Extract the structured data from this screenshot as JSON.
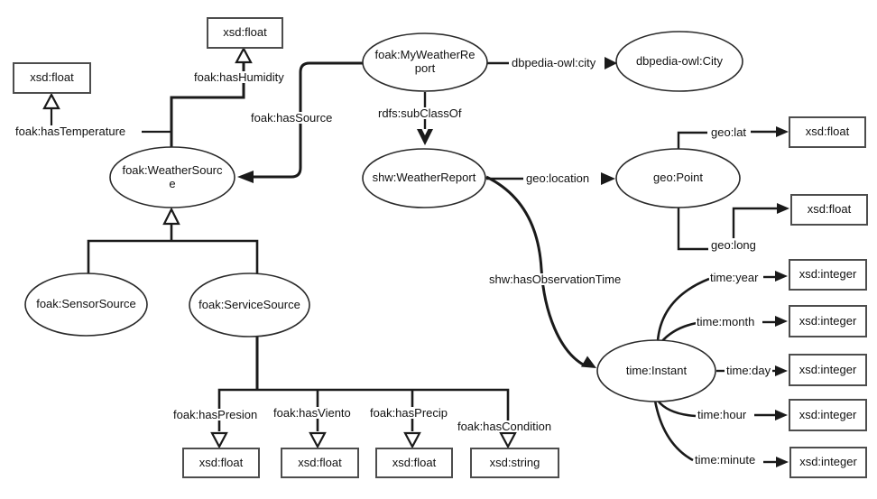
{
  "page": {
    "background": "#ffffff"
  },
  "diagram": {
    "type": "ontology-graph",
    "colors": {
      "edge": "#1a1a1a",
      "node_fill": "#ffffff",
      "class_border": "#2a2a2a",
      "datatype_border": "#4d4d4d",
      "text": "#111111"
    },
    "nodes": [
      {
        "id": "xsd-float-temperature",
        "shape": "rect",
        "label": "xsd:float"
      },
      {
        "id": "xsd-float-humidity",
        "shape": "rect",
        "label": "xsd:float"
      },
      {
        "id": "foak-myweatherreport",
        "shape": "ellipse",
        "label": "foak:MyWeatherReport"
      },
      {
        "id": "dbpedia-owl-city",
        "shape": "ellipse",
        "label": "dbpedia-owl:City"
      },
      {
        "id": "foak-weathersource",
        "shape": "ellipse",
        "label": "foak:WeatherSource"
      },
      {
        "id": "shw-weatherreport",
        "shape": "ellipse",
        "label": "shw:WeatherReport"
      },
      {
        "id": "geo-point",
        "shape": "ellipse",
        "label": "geo:Point"
      },
      {
        "id": "xsd-float-lat",
        "shape": "rect",
        "label": "xsd:float"
      },
      {
        "id": "xsd-float-long",
        "shape": "rect",
        "label": "xsd:float"
      },
      {
        "id": "foak-sensorsource",
        "shape": "ellipse",
        "label": "foak:SensorSource"
      },
      {
        "id": "foak-servicesource",
        "shape": "ellipse",
        "label": "foak:ServiceSource"
      },
      {
        "id": "time-instant",
        "shape": "ellipse",
        "label": "time:Instant"
      },
      {
        "id": "xsd-integer-year",
        "shape": "rect",
        "label": "xsd:integer"
      },
      {
        "id": "xsd-integer-month",
        "shape": "rect",
        "label": "xsd:integer"
      },
      {
        "id": "xsd-integer-day",
        "shape": "rect",
        "label": "xsd:integer"
      },
      {
        "id": "xsd-integer-hour",
        "shape": "rect",
        "label": "xsd:integer"
      },
      {
        "id": "xsd-integer-minute",
        "shape": "rect",
        "label": "xsd:integer"
      },
      {
        "id": "xsd-float-presion",
        "shape": "rect",
        "label": "xsd:float"
      },
      {
        "id": "xsd-float-viento",
        "shape": "rect",
        "label": "xsd:float"
      },
      {
        "id": "xsd-float-precip",
        "shape": "rect",
        "label": "xsd:float"
      },
      {
        "id": "xsd-string-condition",
        "shape": "rect",
        "label": "xsd:string"
      }
    ],
    "edges": [
      {
        "id": "foak-hasTemperature",
        "label": "foak:hasTemperature",
        "from": "foak-weathersource",
        "to": "xsd-float-temperature",
        "arrowhead": "hollow-triangle"
      },
      {
        "id": "foak-hasHumidity",
        "label": "foak:hasHumidity",
        "from": "foak-weathersource",
        "to": "xsd-float-humidity",
        "arrowhead": "hollow-triangle"
      },
      {
        "id": "foak-hasSource",
        "label": "foak:hasSource",
        "from": "foak-myweatherreport",
        "to": "foak-weathersource",
        "arrowhead": "filled"
      },
      {
        "id": "rdfs-subClassOf",
        "label": "rdfs:subClassOf",
        "from": "foak-myweatherreport",
        "to": "shw-weatherreport",
        "arrowhead": "open-v"
      },
      {
        "id": "dbpedia-owl-city",
        "label": "dbpedia-owl:city",
        "from": "foak-myweatherreport",
        "to": "dbpedia-owl-city",
        "arrowhead": "filled"
      },
      {
        "id": "geo-location",
        "label": "geo:location",
        "from": "shw-weatherreport",
        "to": "geo-point",
        "arrowhead": "filled"
      },
      {
        "id": "geo-lat",
        "label": "geo:lat",
        "from": "geo-point",
        "to": "xsd-float-lat",
        "arrowhead": "filled"
      },
      {
        "id": "geo-long",
        "label": "geo:long",
        "from": "geo-point",
        "to": "xsd-float-long",
        "arrowhead": "filled"
      },
      {
        "id": "shw-hasObservationTime",
        "label": "shw:hasObservationTime",
        "from": "shw-weatherreport",
        "to": "time-instant",
        "arrowhead": "filled"
      },
      {
        "id": "time-year",
        "label": "time:year",
        "from": "time-instant",
        "to": "xsd-integer-year",
        "arrowhead": "filled"
      },
      {
        "id": "time-month",
        "label": "time:month",
        "from": "time-instant",
        "to": "xsd-integer-month",
        "arrowhead": "filled"
      },
      {
        "id": "time-day",
        "label": "time:day",
        "from": "time-instant",
        "to": "xsd-integer-day",
        "arrowhead": "filled"
      },
      {
        "id": "time-hour",
        "label": "time:hour",
        "from": "time-instant",
        "to": "xsd-integer-hour",
        "arrowhead": "filled"
      },
      {
        "id": "time-minute",
        "label": "time:minute",
        "from": "time-instant",
        "to": "xsd-integer-minute",
        "arrowhead": "filled"
      },
      {
        "id": "foak-hasPresion",
        "label": "foak:hasPresion",
        "from": "foak-servicesource",
        "to": "xsd-float-presion",
        "arrowhead": "hollow-triangle"
      },
      {
        "id": "foak-hasViento",
        "label": "foak:hasViento",
        "from": "foak-servicesource",
        "to": "xsd-float-viento",
        "arrowhead": "hollow-triangle"
      },
      {
        "id": "foak-hasPrecip",
        "label": "foak:hasPrecip",
        "from": "foak-servicesource",
        "to": "xsd-float-precip",
        "arrowhead": "hollow-triangle"
      },
      {
        "id": "foak-hasCondition",
        "label": "foak:hasCondition",
        "from": "foak-servicesource",
        "to": "xsd-string-condition",
        "arrowhead": "hollow-triangle"
      },
      {
        "id": "sensorsource-subclass",
        "label": "",
        "from": "foak-sensorsource",
        "to": "foak-weathersource",
        "arrowhead": "hollow-triangle"
      },
      {
        "id": "servicesource-subclass",
        "label": "",
        "from": "foak-servicesource",
        "to": "foak-weathersource",
        "arrowhead": "hollow-triangle"
      }
    ]
  }
}
